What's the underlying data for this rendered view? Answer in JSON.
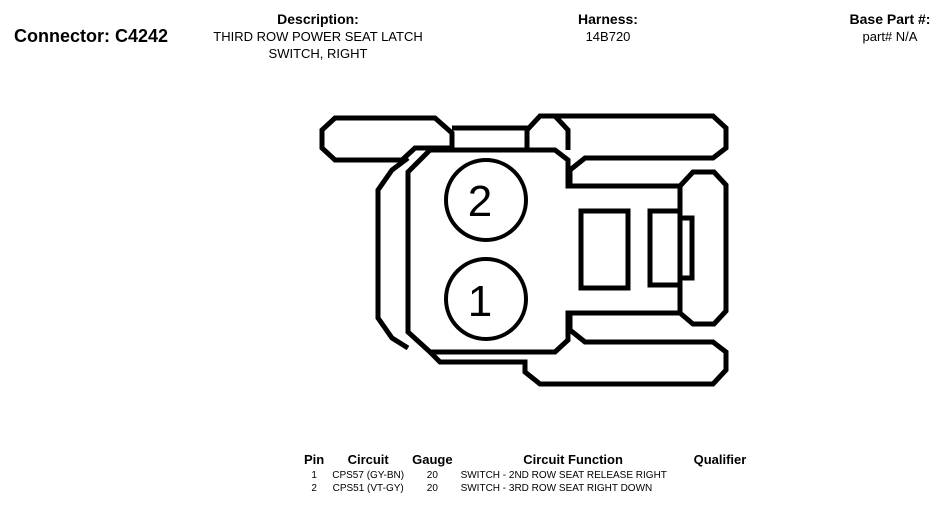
{
  "connector": {
    "title": "Connector: C4242"
  },
  "description": {
    "label": "Description:",
    "value": "THIRD ROW POWER SEAT LATCH SWITCH, RIGHT"
  },
  "harness": {
    "label": "Harness:",
    "value": "14B720"
  },
  "base_part": {
    "label": "Base Part #:",
    "value": "part# N/A"
  },
  "cavities": [
    {
      "number": "2"
    },
    {
      "number": "1"
    }
  ],
  "pin_table": {
    "headers": {
      "pin": "Pin",
      "circuit": "Circuit",
      "gauge": "Gauge",
      "function": "Circuit Function",
      "qualifier": "Qualifier"
    },
    "rows": [
      {
        "pin": "1",
        "circuit": "CPS57 (GY-BN)",
        "gauge": "20",
        "function": "SWITCH - 2ND ROW SEAT RELEASE RIGHT",
        "qualifier": ""
      },
      {
        "pin": "2",
        "circuit": "CPS51 (VT-GY)",
        "gauge": "20",
        "function": "SWITCH - 3RD ROW SEAT RIGHT DOWN",
        "qualifier": ""
      }
    ]
  }
}
